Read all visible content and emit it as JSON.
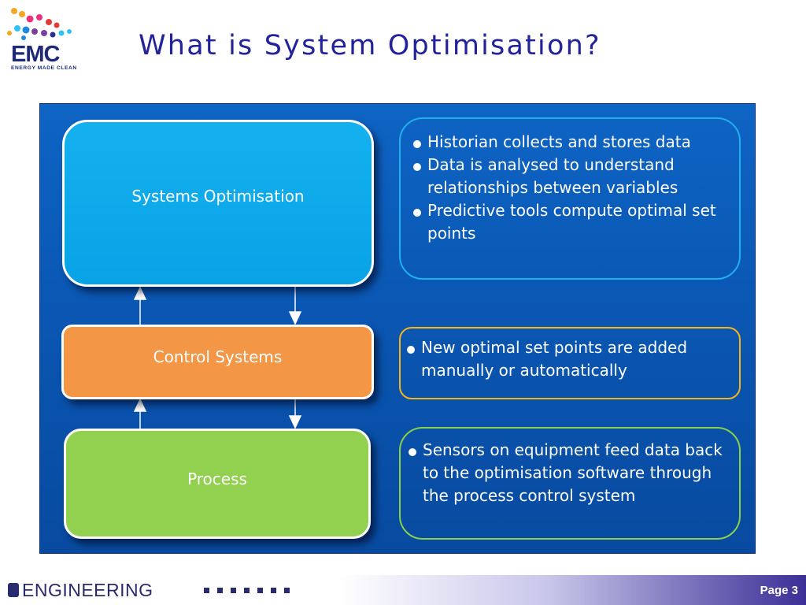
{
  "logo": {
    "wordmark": "EMC",
    "tagline": "ENERGY MADE CLEAN",
    "dot_colors": [
      "#f6a623",
      "#e8347e",
      "#7b3f9e",
      "#1e88e5",
      "#2ec4f1",
      "#e53935",
      "#2b2f8f"
    ]
  },
  "title": "What is System Optimisation?",
  "diagram": {
    "boxes": {
      "optimisation": "Systems Optimisation",
      "control": "Control Systems",
      "process": "Process"
    },
    "notes": {
      "optimisation": [
        "Historian collects and stores data",
        "Data is analysed to understand relationships between variables",
        "Predictive tools compute optimal set points"
      ],
      "control": [
        "New optimal set points are added manually or automatically"
      ],
      "process": [
        "Sensors on equipment feed data back to the optimisation software through the process control system"
      ]
    },
    "colors": {
      "panel": "#0a57b3",
      "optimisation": "#08a3e6",
      "control": "#f39646",
      "process": "#92d050",
      "note_optimisation_border": "#1fb0ee",
      "note_control_border": "#f5b41a",
      "note_process_border": "#8cd04a"
    }
  },
  "footer": {
    "brand": "ENGINEERING",
    "page": "Page 3"
  }
}
